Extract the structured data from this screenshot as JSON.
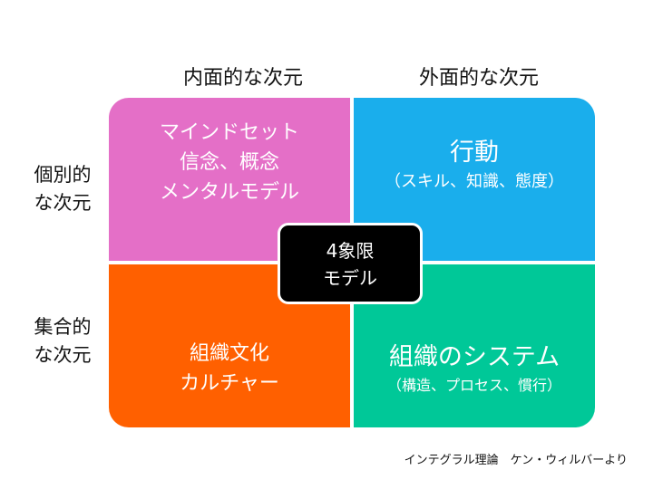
{
  "columns": {
    "internal": "内面的な次元",
    "external": "外面的な次元"
  },
  "rows": {
    "individual": [
      "個別的",
      "な次元"
    ],
    "collective": [
      "集合的",
      "な次元"
    ]
  },
  "quadrants": {
    "top_left": {
      "lines": [
        "マインドセット",
        "信念、概念",
        "メンタルモデル"
      ],
      "color": "#E46FC7"
    },
    "top_right": {
      "title": "行動",
      "subtitle": "（スキル、知識、態度）",
      "color": "#1AAEEC"
    },
    "bottom_left": {
      "lines": [
        "組織文化",
        "カルチャー"
      ],
      "color": "#FF6000"
    },
    "bottom_right": {
      "title": "組織のシステム",
      "subtitle": "（構造、プロセス、慣行）",
      "color": "#00C898"
    }
  },
  "center": {
    "lines": [
      "4象限",
      "モデル"
    ]
  },
  "credit": "インテグラル理論　ケン・ウィルバーより"
}
